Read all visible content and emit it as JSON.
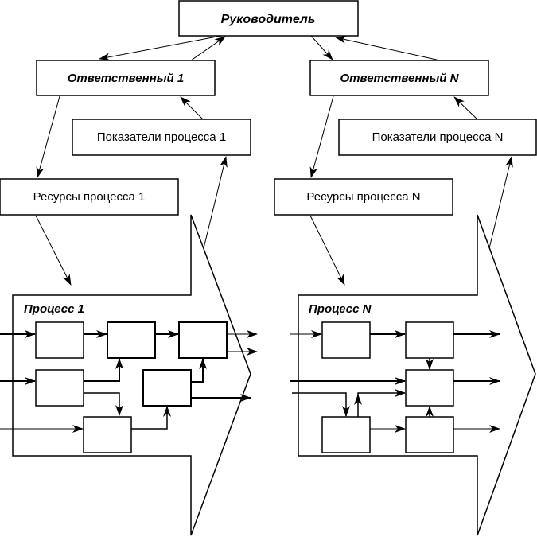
{
  "diagram": {
    "head": {
      "label": "Руководитель"
    },
    "groups": [
      {
        "responsible": "Ответственный 1",
        "indicators": "Показатели процесса 1",
        "resources": "Ресурсы процесса 1",
        "process": "Процесс 1"
      },
      {
        "responsible": "Ответственный N",
        "indicators": "Показатели процесса N",
        "resources": "Ресурсы процесса N",
        "process": "Процесс N"
      }
    ]
  },
  "colors": {
    "stroke": "#000000",
    "background": "#ffffff"
  }
}
